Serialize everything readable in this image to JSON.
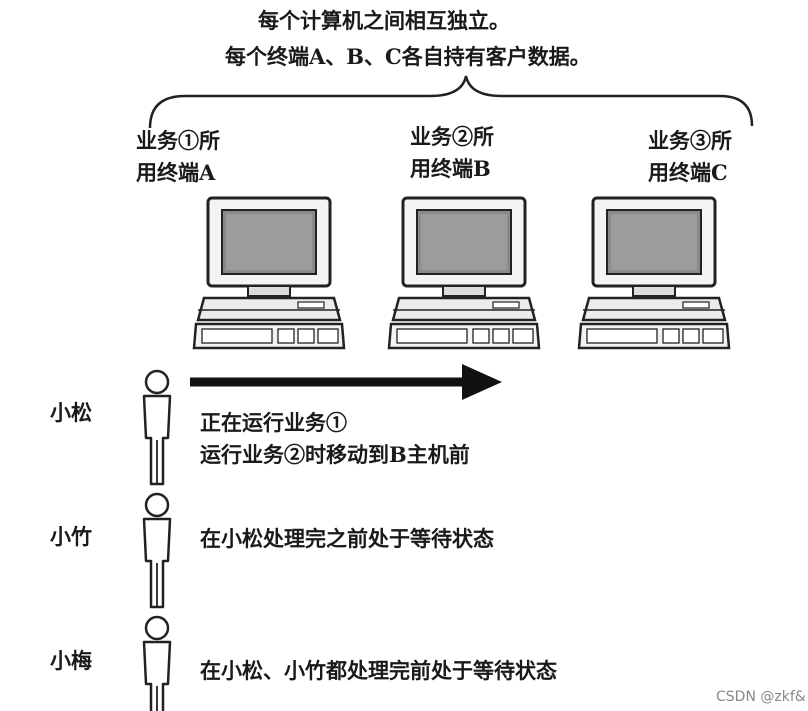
{
  "header": {
    "line1": "每个计算机之间相互独立。",
    "line2": "每个终端A、B、C各自持有客户数据。"
  },
  "terminals": [
    {
      "line1": "业务①所",
      "line2": "用终端A"
    },
    {
      "line1": "业务②所",
      "line2": "用终端B"
    },
    {
      "line1": "业务③所",
      "line2": "用终端C"
    }
  ],
  "people": [
    {
      "name": "小松",
      "status": [
        "正在运行业务①",
        "运行业务②时移动到B主机前"
      ]
    },
    {
      "name": "小竹",
      "status": [
        "在小松处理完之前处于等待状态"
      ]
    },
    {
      "name": "小梅",
      "status": [
        "在小松、小竹都处理完前处于等待状态"
      ]
    }
  ],
  "watermark": "CSDN @zkf&"
}
